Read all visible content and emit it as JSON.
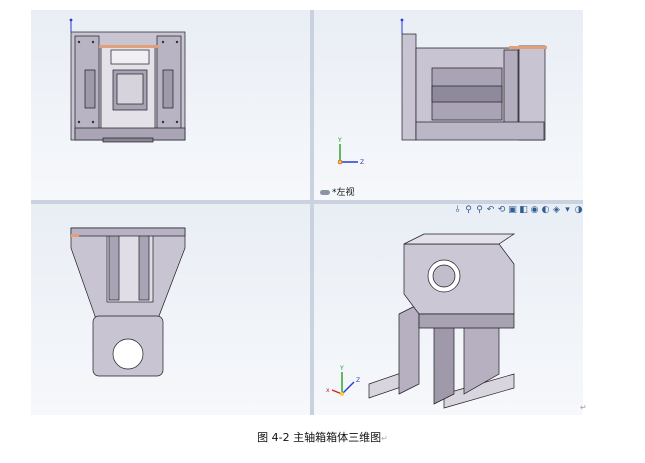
{
  "views": {
    "top_left": {},
    "top_right": {
      "label": "*左视"
    },
    "bottom_left": {},
    "bottom_right": {}
  },
  "toolbar": {
    "buttons": [
      {
        "icon": "section-icon",
        "glyph": "⫰"
      },
      {
        "icon": "zoom-icon",
        "glyph": "⚲"
      },
      {
        "icon": "zoom-area-icon",
        "glyph": "⚲"
      },
      {
        "icon": "previous-view-icon",
        "glyph": "↶"
      },
      {
        "icon": "rotate-icon",
        "glyph": "⟲"
      },
      {
        "icon": "display-style-icon",
        "glyph": "▣"
      },
      {
        "icon": "view-orientation-icon",
        "glyph": "◧"
      },
      {
        "icon": "hide-show-icon",
        "glyph": "◉"
      },
      {
        "icon": "appearance-icon",
        "glyph": "◐"
      },
      {
        "icon": "scene-icon",
        "glyph": "◈"
      },
      {
        "icon": "more-icon",
        "glyph": "▾"
      },
      {
        "icon": "view-settings-icon",
        "glyph": "◑"
      }
    ]
  },
  "axes": {
    "x": "x",
    "y": "Y",
    "z": "Z"
  },
  "caption": {
    "text": "图 4-2 主轴箱箱体三维图"
  },
  "colors": {
    "metal": "#c7c2cf",
    "edge": "#1d1d24",
    "accent": "#e1a07c"
  }
}
